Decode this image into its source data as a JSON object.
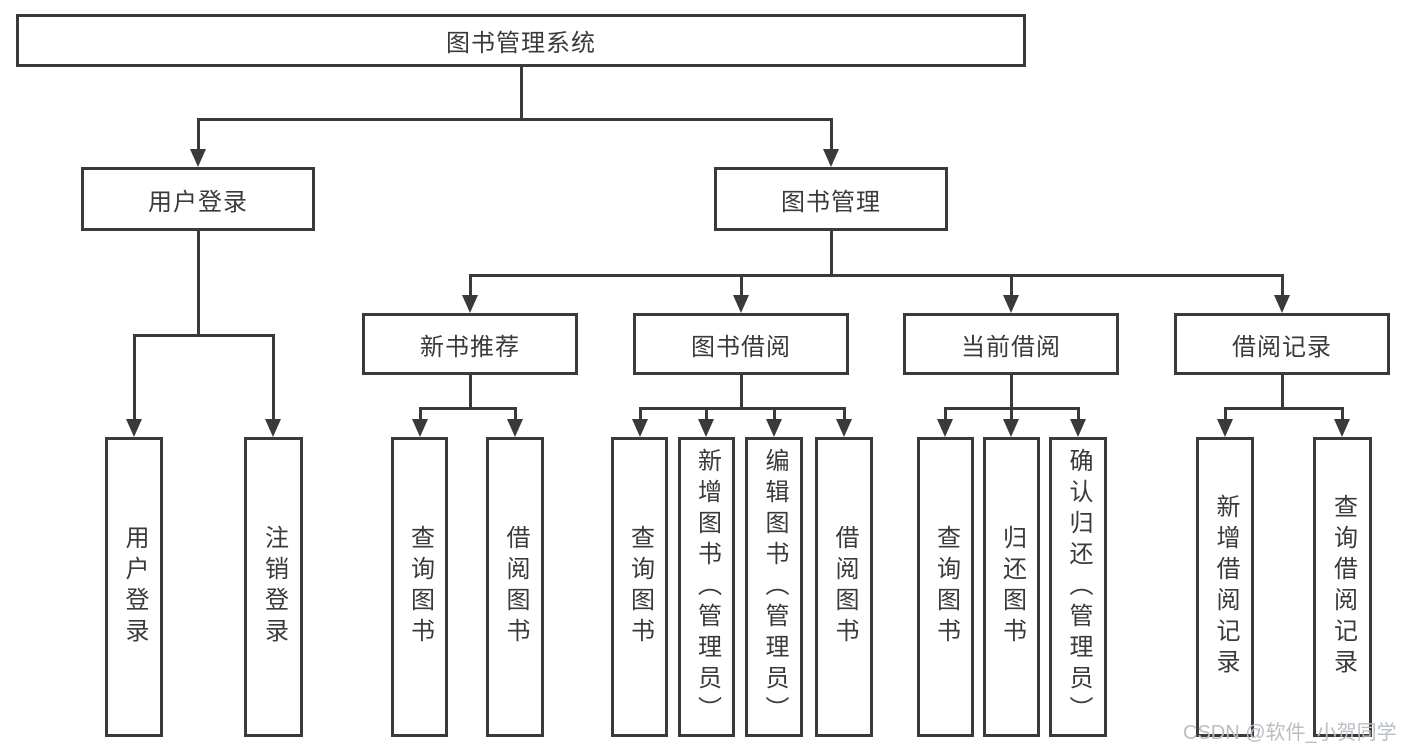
{
  "diagram": {
    "title": "library-management-system-function-structure",
    "root": {
      "label": "图书管理系统"
    },
    "level2": [
      {
        "label": "用户登录"
      },
      {
        "label": "图书管理"
      }
    ],
    "level3": [
      {
        "label": "新书推荐"
      },
      {
        "label": "图书借阅"
      },
      {
        "label": "当前借阅"
      },
      {
        "label": "借阅记录"
      }
    ],
    "leaves": [
      {
        "label": "用户登录",
        "parent": "用户登录"
      },
      {
        "label": "注销登录",
        "parent": "用户登录"
      },
      {
        "label": "查询图书",
        "parent": "新书推荐"
      },
      {
        "label": "借阅图书",
        "parent": "新书推荐"
      },
      {
        "label": "查询图书",
        "parent": "图书借阅"
      },
      {
        "label": "新增图书（管理员）",
        "parent": "图书借阅"
      },
      {
        "label": "编辑图书（管理员）",
        "parent": "图书借阅"
      },
      {
        "label": "借阅图书",
        "parent": "图书借阅"
      },
      {
        "label": "查询图书",
        "parent": "当前借阅"
      },
      {
        "label": "归还图书",
        "parent": "当前借阅"
      },
      {
        "label": "确认归还（管理员）",
        "parent": "当前借阅"
      },
      {
        "label": "新增借阅记录",
        "parent": "借阅记录"
      },
      {
        "label": "查询借阅记录",
        "parent": "借阅记录"
      }
    ],
    "watermark": "CSDN @软件_小贺同学",
    "colors": {
      "line": "#3a3a3a",
      "text": "#3a3a3a",
      "box_background": "#ffffff",
      "page_background": "#ffffff",
      "watermark": "#b9bec4"
    }
  }
}
